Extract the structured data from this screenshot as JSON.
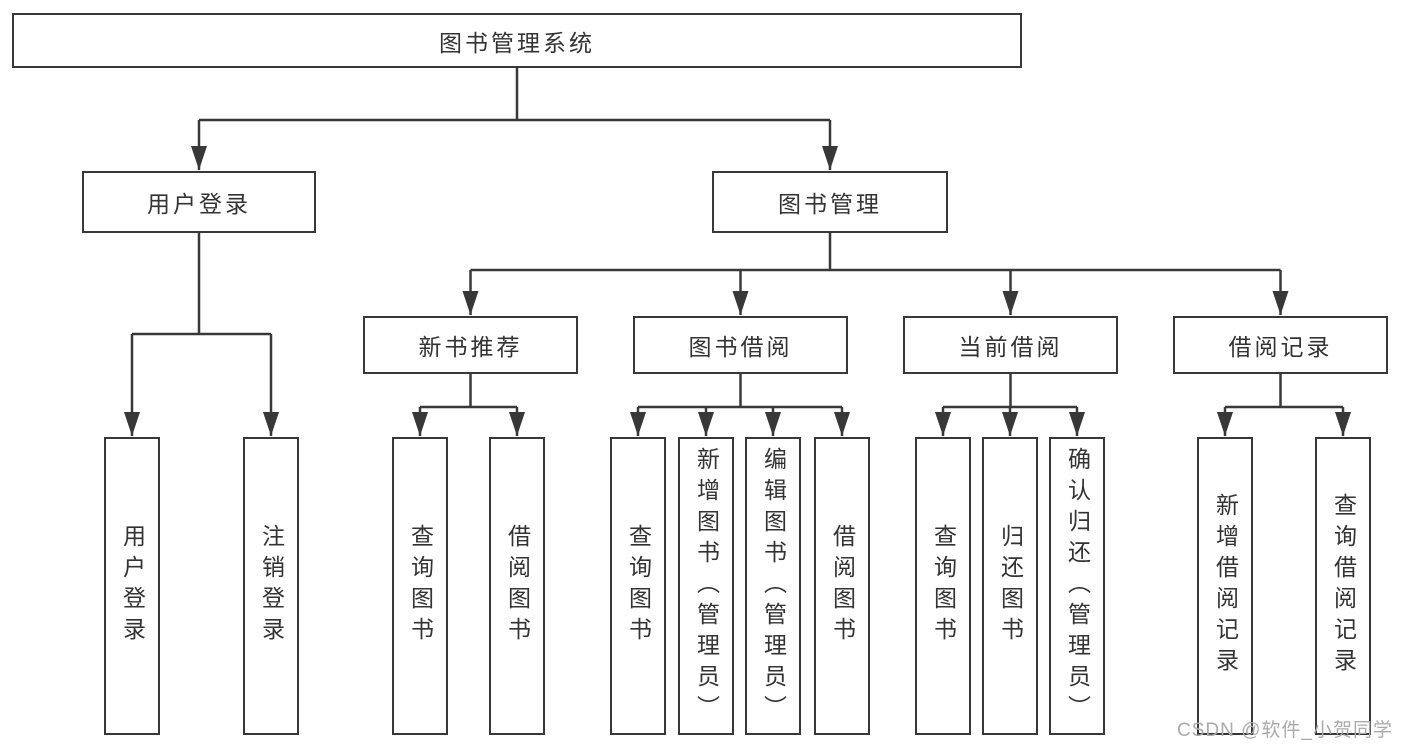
{
  "diagram": {
    "root": {
      "label": "图书管理系统"
    },
    "level2": [
      {
        "label": "用户登录"
      },
      {
        "label": "图书管理"
      }
    ],
    "level3": [
      {
        "label": "新书推荐"
      },
      {
        "label": "图书借阅"
      },
      {
        "label": "当前借阅"
      },
      {
        "label": "借阅记录"
      }
    ],
    "leaves": [
      {
        "label": "用户登录",
        "parent": "用户登录"
      },
      {
        "label": "注销登录",
        "parent": "用户登录"
      },
      {
        "label": "查询图书",
        "parent": "新书推荐"
      },
      {
        "label": "借阅图书",
        "parent": "新书推荐"
      },
      {
        "label": "查询图书",
        "parent": "图书借阅"
      },
      {
        "label": "新增图书（管理员）",
        "parent": "图书借阅"
      },
      {
        "label": "编辑图书（管理员）",
        "parent": "图书借阅"
      },
      {
        "label": "借阅图书",
        "parent": "图书借阅"
      },
      {
        "label": "查询图书",
        "parent": "当前借阅"
      },
      {
        "label": "归还图书",
        "parent": "当前借阅"
      },
      {
        "label": "确认归还（管理员）",
        "parent": "当前借阅"
      },
      {
        "label": "新增借阅记录",
        "parent": "借阅记录"
      },
      {
        "label": "查询借阅记录",
        "parent": "借阅记录"
      }
    ],
    "line_color": "#383838",
    "box_background": "#ffffff",
    "text_color": "#333333"
  },
  "watermark": {
    "text": "CSDN @软件_小贺同学"
  }
}
